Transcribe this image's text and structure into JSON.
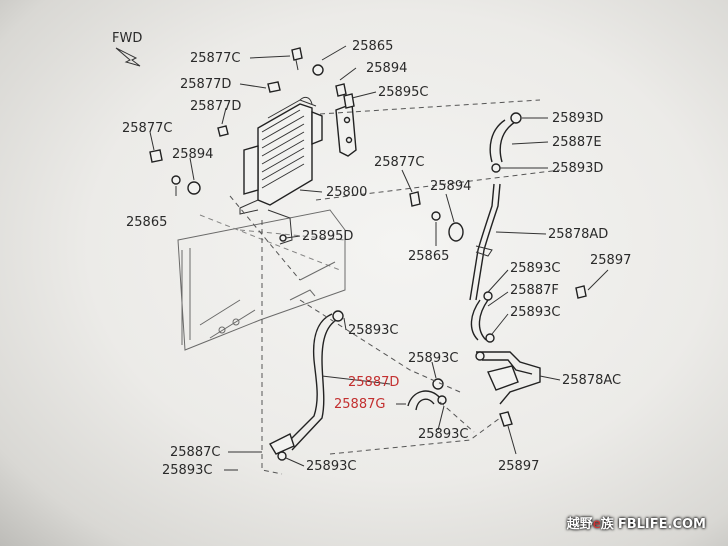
{
  "direction_label": "FWD",
  "labels": [
    {
      "id": "l1",
      "text": "25865"
    },
    {
      "id": "l2",
      "text": "25877C"
    },
    {
      "id": "l3",
      "text": "25894"
    },
    {
      "id": "l4",
      "text": "25877D"
    },
    {
      "id": "l5",
      "text": "25895C"
    },
    {
      "id": "l6",
      "text": "25877D"
    },
    {
      "id": "l7",
      "text": "25893D"
    },
    {
      "id": "l8",
      "text": "25877C"
    },
    {
      "id": "l9",
      "text": "25887E"
    },
    {
      "id": "l10",
      "text": "25894"
    },
    {
      "id": "l11",
      "text": "25893D"
    },
    {
      "id": "l12",
      "text": "25877C"
    },
    {
      "id": "l13",
      "text": "25800"
    },
    {
      "id": "l14",
      "text": "25894"
    },
    {
      "id": "l15",
      "text": "25865"
    },
    {
      "id": "l16",
      "text": "25878AD"
    },
    {
      "id": "l17",
      "text": "25895D"
    },
    {
      "id": "l18",
      "text": "25865"
    },
    {
      "id": "l19",
      "text": "25897"
    },
    {
      "id": "l20",
      "text": "25893C"
    },
    {
      "id": "l21",
      "text": "25887F"
    },
    {
      "id": "l22",
      "text": "25893C"
    },
    {
      "id": "l23",
      "text": "25893C"
    },
    {
      "id": "l24",
      "text": "25893C"
    },
    {
      "id": "l25",
      "text": "25887D"
    },
    {
      "id": "l26",
      "text": "25878AC"
    },
    {
      "id": "l27",
      "text": "25887G"
    },
    {
      "id": "l28",
      "text": "25893C"
    },
    {
      "id": "l29",
      "text": "25887C"
    },
    {
      "id": "l30",
      "text": "25897"
    },
    {
      "id": "l31",
      "text": "25893C"
    },
    {
      "id": "l32",
      "text": "25893C"
    }
  ],
  "watermark": {
    "brand": "越野",
    "mark": "e",
    "suffix": "族",
    "site": "FBLIFE.COM"
  }
}
